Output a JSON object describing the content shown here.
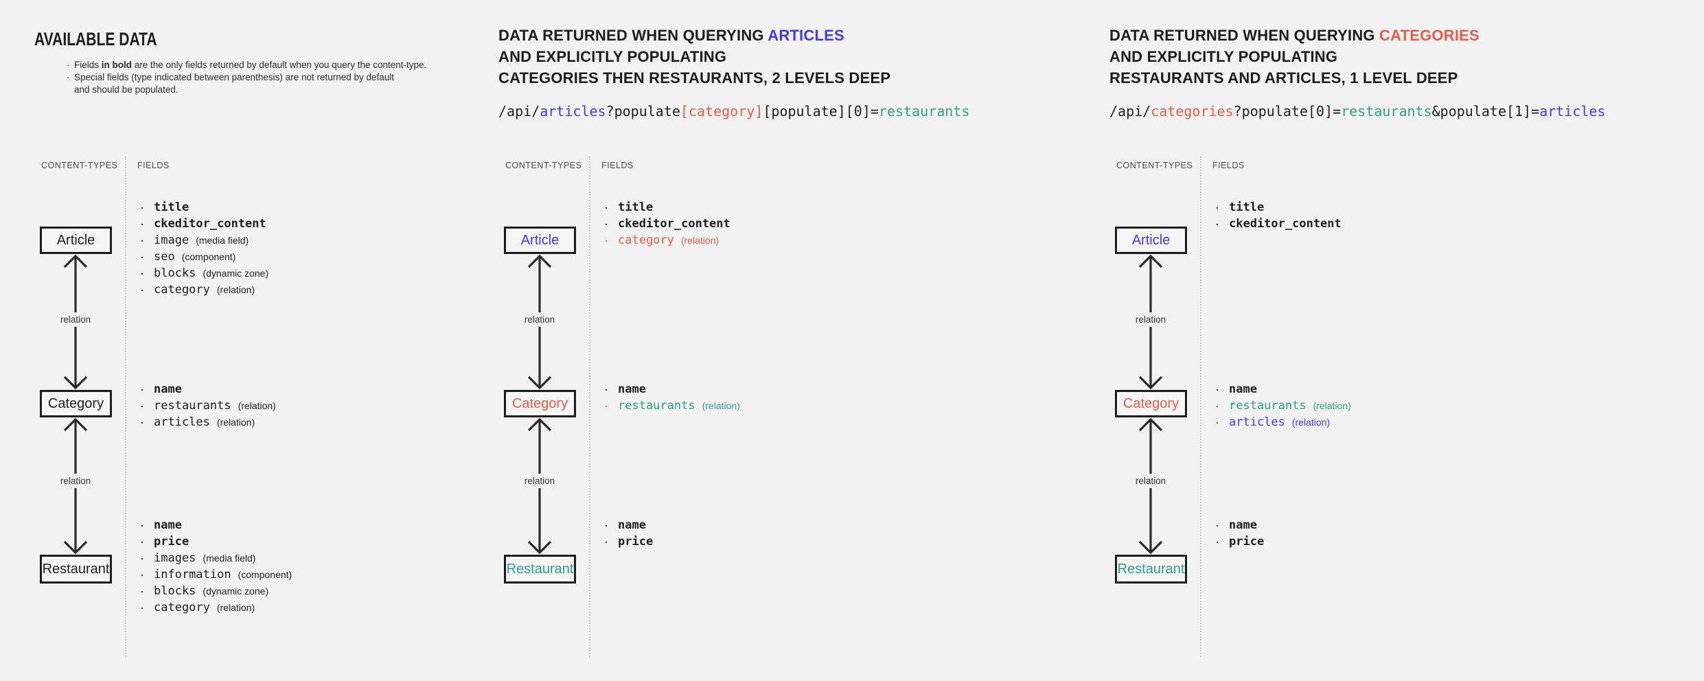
{
  "colors": {
    "blue": "#4338f0",
    "red": "#e85c49",
    "teal": "#2da087",
    "dark": "#1f1f1f"
  },
  "labels": {
    "content_types": "CONTENT-TYPES",
    "fields": "FIELDS",
    "relation": "relation"
  },
  "panels": [
    {
      "name": "available-data",
      "title": "AVAILABLE DATA",
      "notes": [
        [
          {
            "t": "Fields "
          },
          {
            "t": "in bold",
            "b": true
          },
          {
            "t": " are the only fields returned by default when you query the content-type."
          }
        ],
        [
          {
            "t": "Special fields (type indicated between parenthesis) are not returned by default\nand should be populated."
          }
        ]
      ],
      "boxes": [
        {
          "label": "Article",
          "color": "dark"
        },
        {
          "label": "Category",
          "color": "dark"
        },
        {
          "label": "Restaurant",
          "color": "dark"
        }
      ],
      "fields": {
        "article": [
          {
            "name": "title",
            "bold": true
          },
          {
            "name": "ckeditor_content",
            "bold": true
          },
          {
            "name": "image",
            "type": "(media field)"
          },
          {
            "name": "seo",
            "type": "(component)"
          },
          {
            "name": "blocks",
            "type": "(dynamic zone)"
          },
          {
            "name": "category",
            "type": "(relation)"
          }
        ],
        "category": [
          {
            "name": "name",
            "bold": true
          },
          {
            "name": "restaurants",
            "type": "(relation)"
          },
          {
            "name": "articles",
            "type": "(relation)"
          }
        ],
        "restaurant": [
          {
            "name": "name",
            "bold": true
          },
          {
            "name": "price",
            "bold": true
          },
          {
            "name": "images",
            "type": "(media field)"
          },
          {
            "name": "information",
            "type": "(component)"
          },
          {
            "name": "blocks",
            "type": "(dynamic zone)"
          },
          {
            "name": "category",
            "type": "(relation)"
          }
        ]
      }
    },
    {
      "name": "query-articles",
      "heading": [
        [
          {
            "t": "DATA RETURNED WHEN QUERYING "
          },
          {
            "t": "ARTICLES",
            "c": "blue"
          }
        ],
        [
          {
            "t": "AND EXPLICITLY POPULATING"
          }
        ],
        [
          {
            "t": "CATEGORIES THEN RESTAURANTS, 2 LEVELS DEEP"
          }
        ]
      ],
      "api": [
        {
          "t": "/api/"
        },
        {
          "t": "articles",
          "c": "blue"
        },
        {
          "t": "?populate"
        },
        {
          "t": "[category]",
          "c": "red"
        },
        {
          "t": "[populate][0]="
        },
        {
          "t": "restaurants",
          "c": "teal"
        }
      ],
      "boxes": [
        {
          "label": "Article",
          "color": "blue"
        },
        {
          "label": "Category",
          "color": "red"
        },
        {
          "label": "Restaurant",
          "color": "teal"
        }
      ],
      "fields": {
        "article": [
          {
            "name": "title",
            "bold": true
          },
          {
            "name": "ckeditor_content",
            "bold": true
          },
          {
            "name": "category",
            "type": "(relation)",
            "c": "red"
          }
        ],
        "category": [
          {
            "name": "name",
            "bold": true
          },
          {
            "name": "restaurants",
            "type": "(relation)",
            "c": "teal"
          }
        ],
        "restaurant": [
          {
            "name": "name",
            "bold": true
          },
          {
            "name": "price",
            "bold": true
          }
        ]
      }
    },
    {
      "name": "query-categories",
      "heading": [
        [
          {
            "t": "DATA RETURNED WHEN QUERYING "
          },
          {
            "t": "CATEGORIES",
            "c": "red"
          }
        ],
        [
          {
            "t": "AND EXPLICITLY POPULATING"
          }
        ],
        [
          {
            "t": "RESTAURANTS AND ARTICLES, 1 LEVEL DEEP"
          }
        ]
      ],
      "api": [
        {
          "t": "/api/"
        },
        {
          "t": "categories",
          "c": "red"
        },
        {
          "t": "?populate[0]="
        },
        {
          "t": "restaurants",
          "c": "teal"
        },
        {
          "t": "&populate[1]="
        },
        {
          "t": "articles",
          "c": "blue"
        }
      ],
      "boxes": [
        {
          "label": "Article",
          "color": "blue"
        },
        {
          "label": "Category",
          "color": "red"
        },
        {
          "label": "Restaurant",
          "color": "teal"
        }
      ],
      "fields": {
        "article": [
          {
            "name": "title",
            "bold": true
          },
          {
            "name": "ckeditor_content",
            "bold": true
          }
        ],
        "category": [
          {
            "name": "name",
            "bold": true
          },
          {
            "name": "restaurants",
            "type": "(relation)",
            "c": "teal"
          },
          {
            "name": "articles",
            "type": "(relation)",
            "c": "blue"
          }
        ],
        "restaurant": [
          {
            "name": "name",
            "bold": true
          },
          {
            "name": "price",
            "bold": true
          }
        ]
      }
    }
  ]
}
